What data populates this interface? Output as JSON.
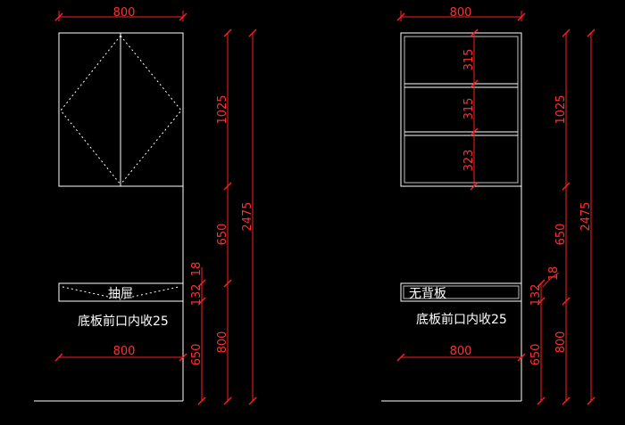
{
  "colors": {
    "background": "#000000",
    "geometry": "#ffffff",
    "dimension": "#ff2020",
    "dimension_text": "#ff3030"
  },
  "left": {
    "top_width": "800",
    "drawer_label": "抽屉",
    "note": "底板前口内收25",
    "bottom_width": "800",
    "dim_1025": "1025",
    "dim_650_mid": "650",
    "dim_2475": "2475",
    "dim_18": "18",
    "dim_132": "132",
    "dim_800_v": "800",
    "dim_650_low": "650"
  },
  "right": {
    "top_width": "800",
    "shelf_1": "315",
    "shelf_2": "315",
    "shelf_3": "323",
    "panel_label": "无背板",
    "note": "底板前口内收25",
    "bottom_width": "800",
    "dim_1025": "1025",
    "dim_650_mid": "650",
    "dim_2475": "2475",
    "dim_18": "18",
    "dim_132": "132",
    "dim_800_v": "800",
    "dim_650_low": "650"
  }
}
